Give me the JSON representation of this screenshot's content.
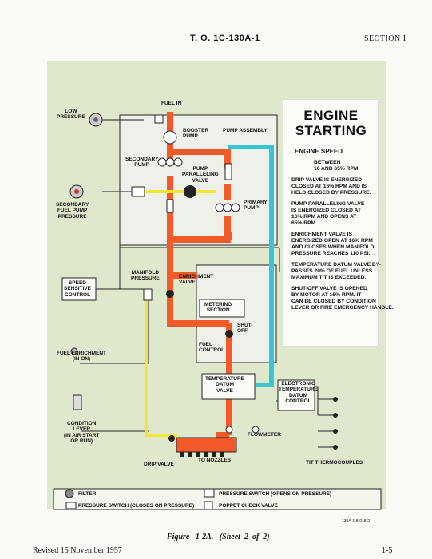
{
  "header": {
    "to": "T. O. 1C-130A-1",
    "section": "SECTION I"
  },
  "diagram": {
    "fuel_in": "FUEL IN",
    "low_pressure": "LOW\nPRESSURE",
    "booster_pump": "BOOSTER\nPUMP",
    "pump_assembly": "PUMP ASSEMBLY",
    "secondary_pump": "SECONDARY\nPUMP",
    "pump_paralleling_valve": "PUMP\nPARALLELING\nVALVE",
    "primary_pump": "PRIMARY\nPUMP",
    "secondary_fuel_pump_pressure": "SECONDARY\nFUEL PUMP\nPRESSURE",
    "speed_sensitive_control": "SPEED\nSENSITIVE\nCONTROL",
    "manifold_pressure": "MANIFOLD\nPRESSURE",
    "enrichment_valve": "ENRICHMENT\nVALVE",
    "metering_section": "METERING\nSECTION",
    "shut_off": "SHUT-\nOFF",
    "fuel_control": "FUEL\nCONTROL",
    "fuel_enrichment": "FUEL ENRICHMENT\n(IN ON)",
    "temperature_datum_valve": "TEMPERATURE\nDATUM\nVALVE",
    "electronic_temp_datum_control": "ELECTRONIC\nTEMPERATURE\nDATUM\nCONTROL",
    "condition_lever": "CONDITION\nLEVER\n(IN AIR START\nOR RUN)",
    "flowmeter": "FLOWMETER",
    "drip_valve": "DRIP VALVE",
    "to_nozzles": "TO NOZZLES",
    "tit_thermocouples": "TIT THERMOCOUPLES"
  },
  "panel": {
    "title": "ENGINE\nSTARTING",
    "engine_speed": "ENGINE SPEED",
    "between": "BETWEEN\n16 AND 65% RPM",
    "notes": [
      "DRIP VALVE IS ENERGIZED\nCLOSED AT 16% RPM AND IS\nHELD CLOSED BY PRESSURE.",
      "PUMP PARALLELING VALVE\nIS ENERGIZED CLOSED AT\n16% RPM AND OPENS AT\n65% RPM.",
      "ENRICHMENT VALVE IS\nENERGIZED OPEN AT 16% RPM\nAND CLOSES WHEN MANIFOLD\nPRESSURE REACHES 110 PSI.",
      "TEMPERATURE DATUM VALVE BY-\nPASSES 20% OF FUEL UNLESS\nMAXIMUM TIT IS EXCEEDED.",
      "SHUT-OFF VALVE IS OPENED\nBY MOTOR AT 16% RPM. IT\nCAN BE CLOSED BY CONDITION\nLEVER OR FIRE EMERGENCY HANDLE."
    ]
  },
  "legend": {
    "filter": "FILTER",
    "pressure_switch_opens": "PRESSURE SWITCH (OPENS ON PRESSURE)",
    "pressure_switch_closes": "PRESSURE SWITCH (CLOSES ON PRESSURE)",
    "poppet_check_valve": "POPPET CHECK VALVE"
  },
  "code": "130A-1-8-018-2",
  "caption": "Figure   1-2A.   (Sheet  2  of  2)",
  "footer": {
    "revised": "Revised 15 November 1957",
    "page": "1-5"
  },
  "colors": {
    "background_panel": "#dfe8cc",
    "fuel_orange": "#f25a2a",
    "bypass_cyan": "#33c7d8",
    "pressure_yellow": "#f0e63a"
  }
}
